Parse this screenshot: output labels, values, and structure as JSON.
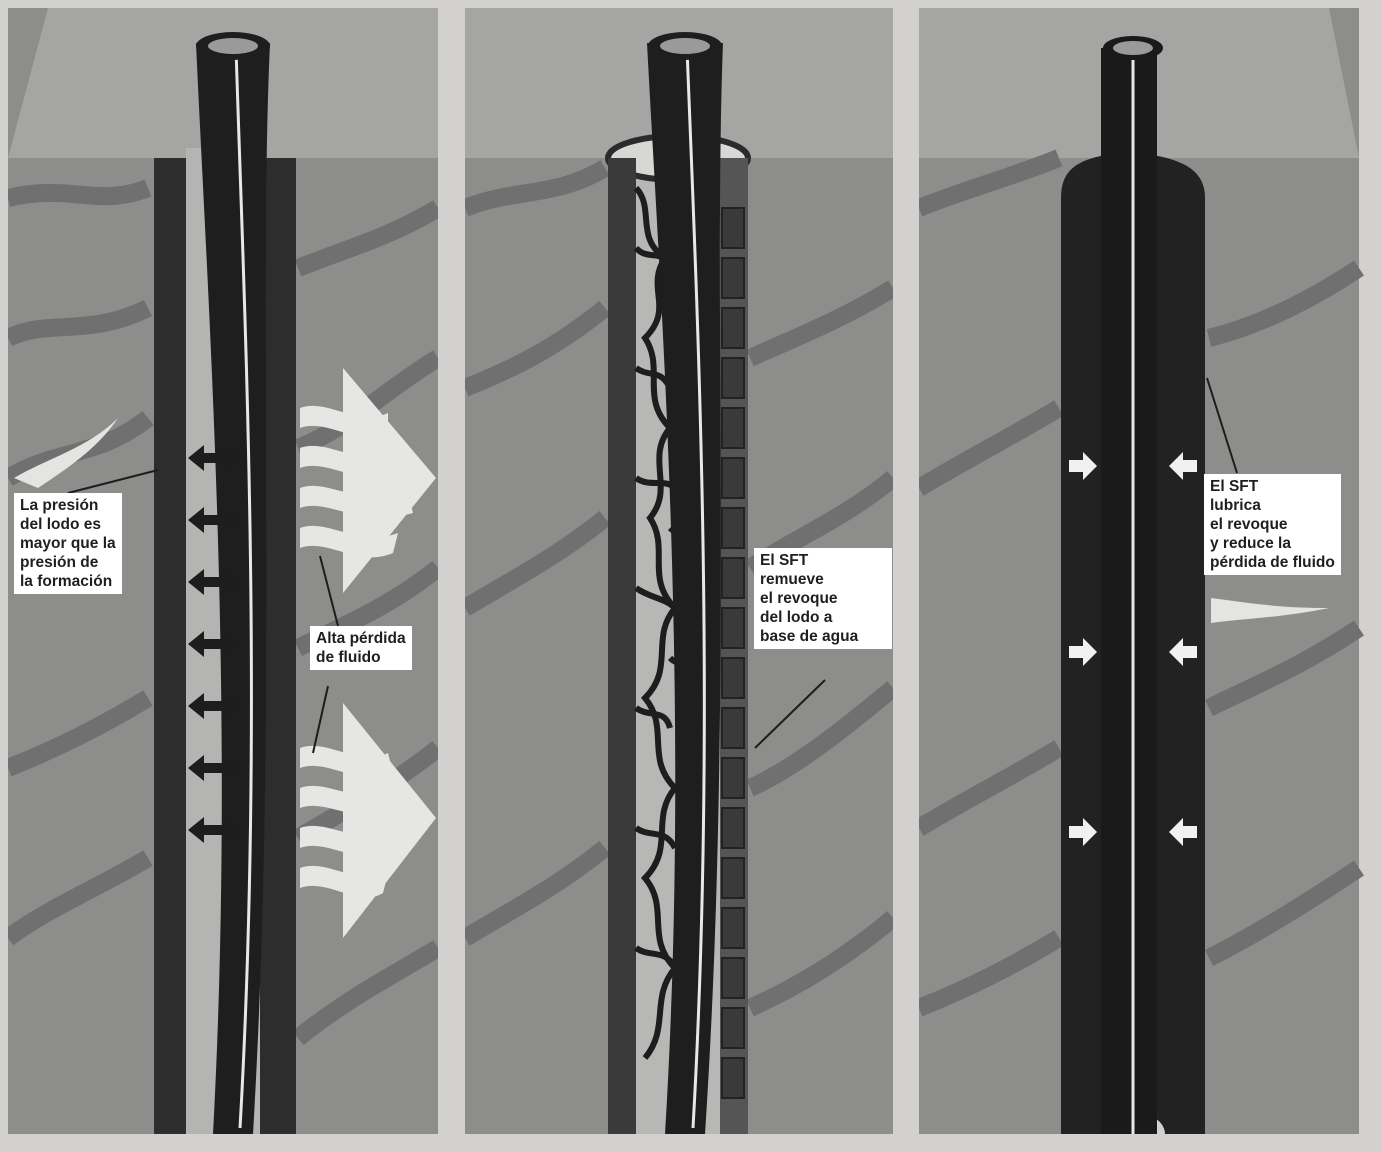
{
  "panels": [
    {
      "id": "panel-1",
      "labels": {
        "mud_pressure": "La presión\ndel lodo es\nmayor que la\npresión de\nla formación",
        "fluid_loss": "Alta pérdida\nde fluido"
      }
    },
    {
      "id": "panel-2",
      "labels": {
        "sft_removes": "El SFT\nremueve\nel revoque\ndel lodo a\nbase de agua"
      }
    },
    {
      "id": "panel-3",
      "labels": {
        "sft_lubricates": "El SFT\nlubrica\nel revoque\ny reduce la\npérdida de fluido"
      }
    }
  ],
  "colors": {
    "background": "#d2d1cf",
    "formation": "#8c8c8a",
    "formation_top": "#a4a4a2",
    "strata": "#6f6f6d",
    "mud_cake": "#2b2b2b",
    "pipe": "#1e1e1e",
    "borehole_fluid": "#b3b3b1"
  }
}
